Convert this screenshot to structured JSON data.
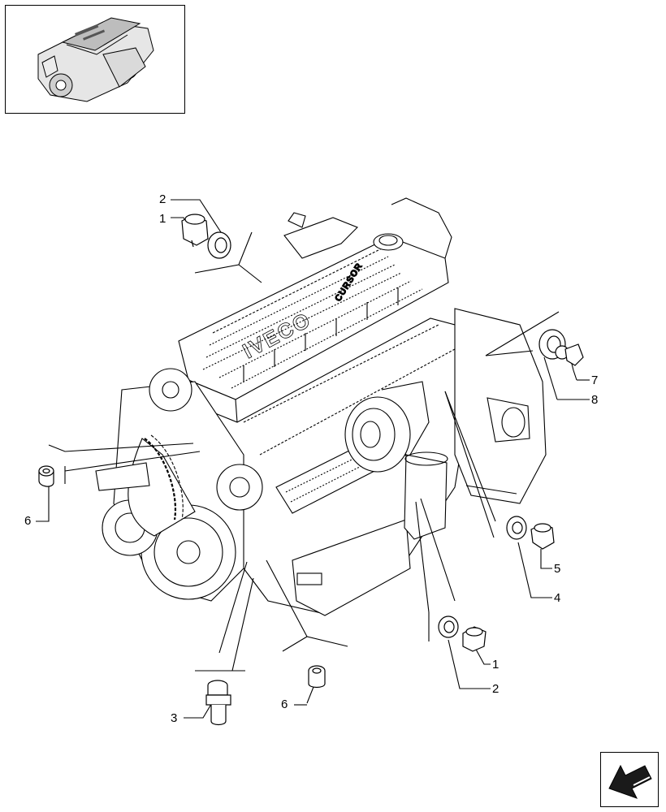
{
  "diagram": {
    "callouts": [
      {
        "id": "c2-top",
        "label": "2"
      },
      {
        "id": "c1-top",
        "label": "1"
      },
      {
        "id": "c7",
        "label": "7"
      },
      {
        "id": "c8",
        "label": "8"
      },
      {
        "id": "c6-left",
        "label": "6"
      },
      {
        "id": "c5",
        "label": "5"
      },
      {
        "id": "c4",
        "label": "4"
      },
      {
        "id": "c1-bottom",
        "label": "1"
      },
      {
        "id": "c2-bottom",
        "label": "2"
      },
      {
        "id": "c3",
        "label": "3"
      },
      {
        "id": "c6-bottom",
        "label": "6"
      }
    ],
    "engine_text": {
      "cover_brand": "IVECO",
      "cover_badge": "CURSOR"
    }
  },
  "colors": {
    "line": "#000000",
    "background": "#ffffff",
    "arrow_fill": "#1a1a1a"
  },
  "icons": {
    "thumbnail": "engine-thumbnail-icon",
    "navigation": "next-page-arrow-icon"
  }
}
